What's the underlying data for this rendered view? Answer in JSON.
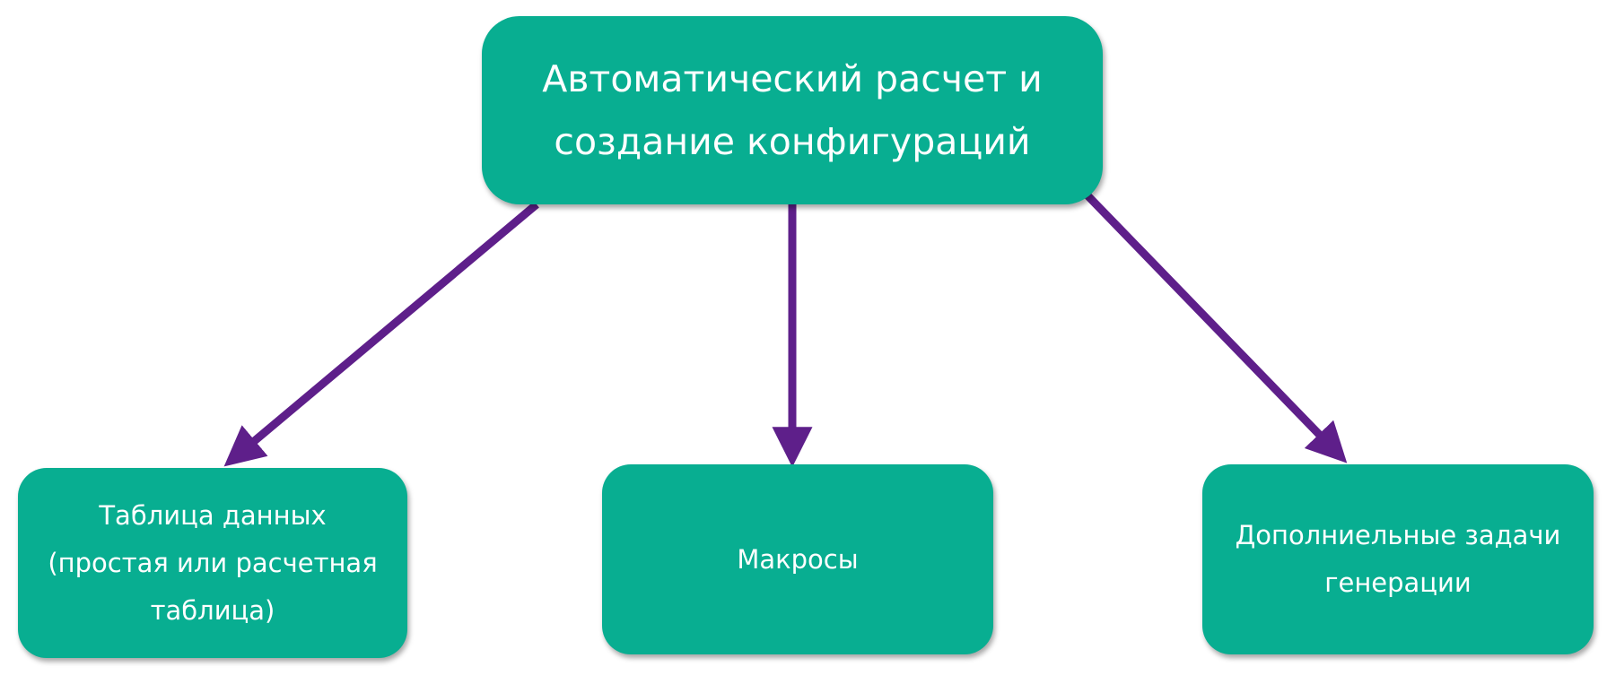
{
  "diagram": {
    "root": {
      "label": "Автоматический расчет и\nсоздание конфигураций"
    },
    "children": [
      {
        "label": "Таблица данных\n(простая или расчетная\nтаблица)"
      },
      {
        "label": "Макросы"
      },
      {
        "label": "Дополниельные задачи\nгенерации"
      }
    ]
  },
  "colors": {
    "node_fill": "#08ae91",
    "node_text": "#ffffff",
    "arrow": "#5e1f8a"
  }
}
